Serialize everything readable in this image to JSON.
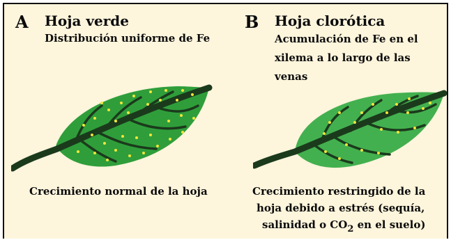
{
  "panel_a": {
    "letter": "A",
    "title": "Hoja verde",
    "subtitle": "Distribución uniforme de Fe",
    "caption": "Crecimiento normal de la hoja"
  },
  "panel_b": {
    "letter": "B",
    "title": "Hoja clorótica",
    "subtitle_lines": [
      "Acumulación de Fe en el",
      "xilema a lo largo de las",
      "venas"
    ],
    "caption_lines": [
      "Crecimiento restringido de la",
      "hoja debido a estrés (sequía,",
      "salinidad o CO"
    ],
    "caption_subscript": "2",
    "caption_end": " en el suelo)"
  },
  "colors": {
    "background": "#fdf5dc",
    "leaf_green": "#2f9e3a",
    "leaf_chlorotic": "#43b04f",
    "vein": "#1b3a1c",
    "fe_dots": "#f2e63a"
  }
}
